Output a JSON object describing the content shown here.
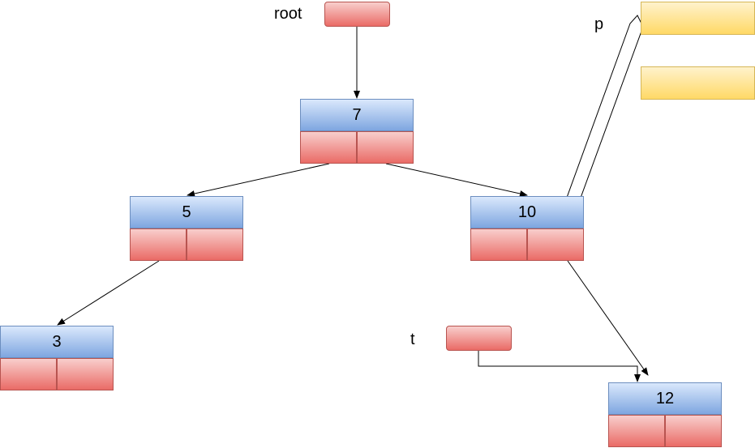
{
  "labels": {
    "root": "root",
    "p": "p",
    "t": "t"
  },
  "nodes": {
    "n7": {
      "key": "7"
    },
    "n5": {
      "key": "5"
    },
    "n10": {
      "key": "10"
    },
    "n3": {
      "key": "3"
    },
    "n12": {
      "key": "12"
    }
  },
  "colors": {
    "key_fill_top": "#dae8fc",
    "key_fill_bottom": "#7ea6e0",
    "key_border": "#6c8ebf",
    "child_fill_top": "#f8cecc",
    "child_fill_bottom": "#ea6b66",
    "child_border": "#b85450",
    "p_fill_top": "#fff2cc",
    "p_fill_bottom": "#ffd966",
    "p_border": "#d6b656",
    "edge": "#000000"
  }
}
